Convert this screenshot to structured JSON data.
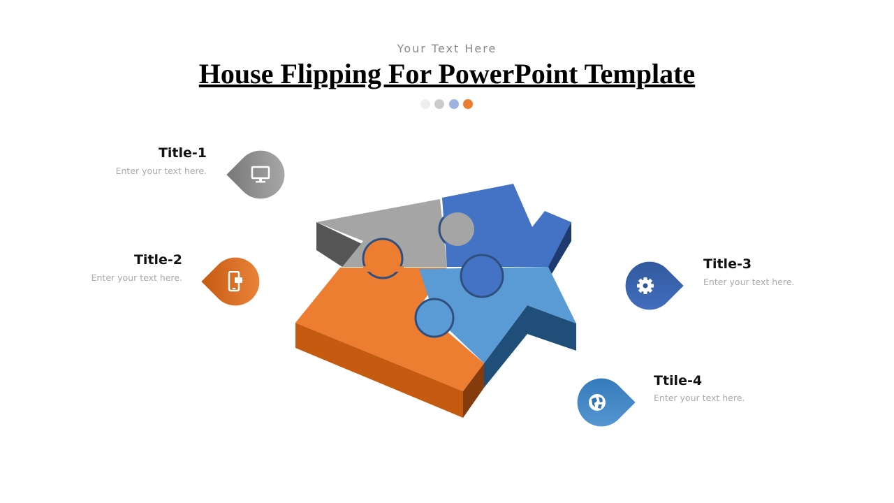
{
  "header": {
    "subtitle": "Your Text Here",
    "title": "House Flipping For PowerPoint Template"
  },
  "colors": {
    "dots": [
      "#eeeeee",
      "#cccccc",
      "#9db4e0",
      "#ed7d31"
    ],
    "gray": "#a5a5a5",
    "orange": "#ed7d31",
    "blue": "#4472c4",
    "light_blue": "#5b9bd5"
  },
  "items": [
    {
      "title": "Title-1",
      "text": "Enter your text here.",
      "icon": "monitor-icon"
    },
    {
      "title": "Title-2",
      "text": "Enter your text here.",
      "icon": "mobile-chat-icon"
    },
    {
      "title": "Title-3",
      "text": "Enter your text here.",
      "icon": "gear-icon"
    },
    {
      "title": "Ttile-4",
      "text": "Enter your text here.",
      "icon": "globe-icon"
    }
  ]
}
